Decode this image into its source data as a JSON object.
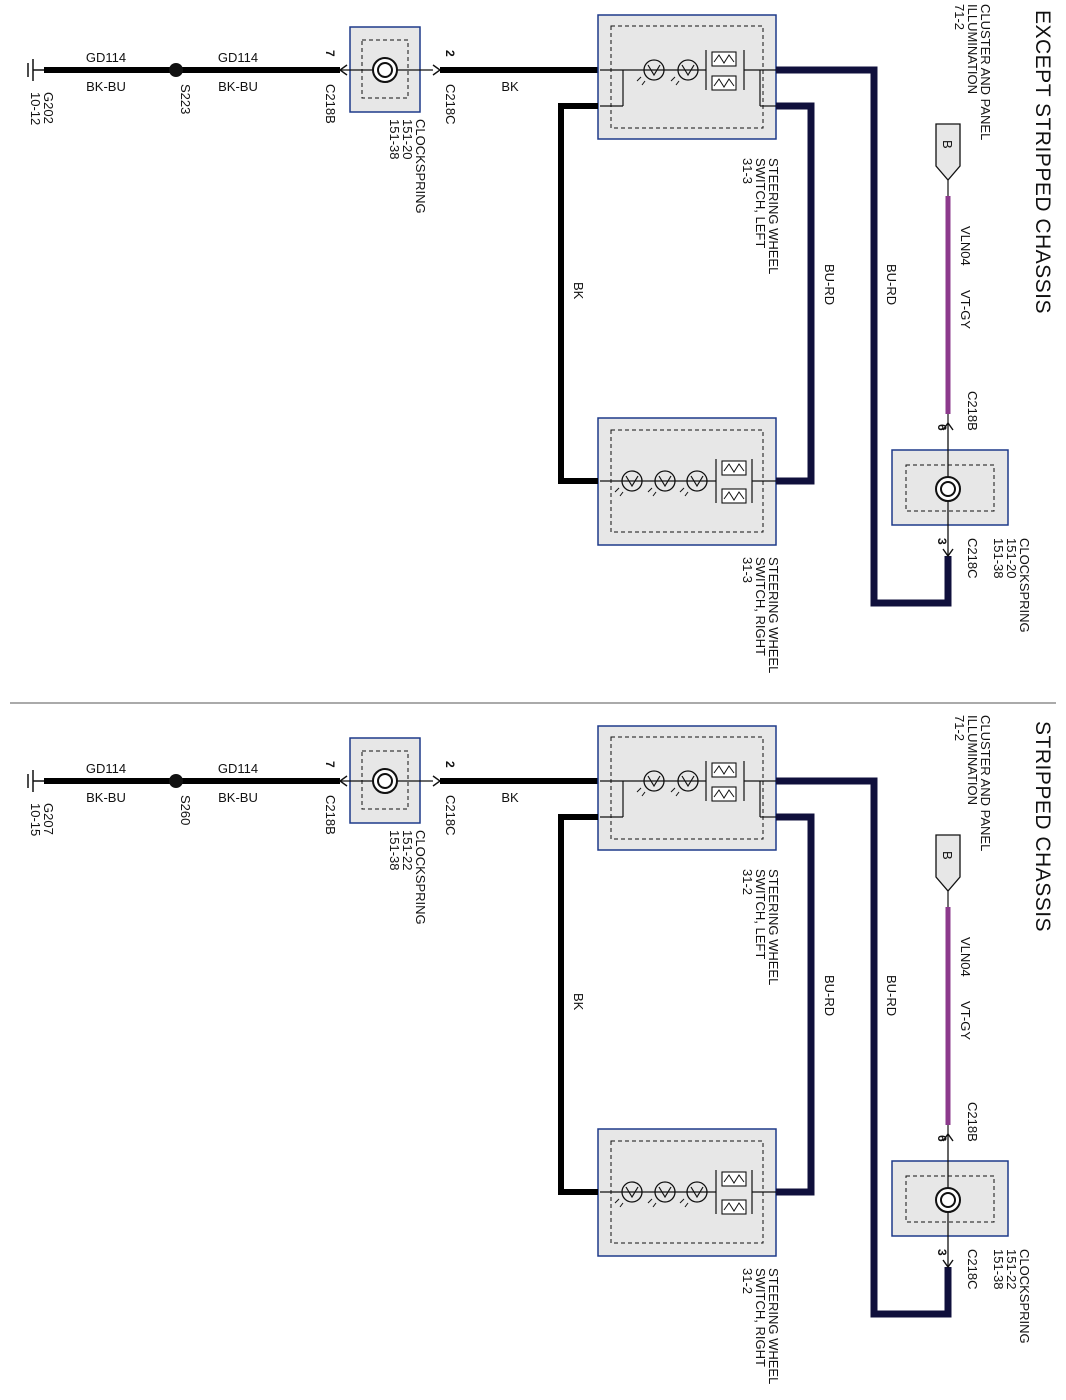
{
  "colors": {
    "wire_black": "#000000",
    "wire_blue_red": "#10103c",
    "wire_violet": "#8c3a8c",
    "box_fill": "#e7e7e7",
    "box_border": "#1e3a8a",
    "divider": "#555555"
  },
  "icons": {
    "ground": "ground-symbol-icon",
    "splice": "splice-dot-icon",
    "clockspring": "clockspring-coil-icon",
    "lamp": "lamp-icon",
    "switch_contact": "switch-contact-icon",
    "connector_ref": "pentagon-connector-icon"
  },
  "sections": [
    {
      "title": "EXCEPT STRIPPED CHASSIS",
      "ground": {
        "name": "G202",
        "ref": "10-12"
      },
      "splice": "S223",
      "wire_ground": {
        "circuit": "GD114",
        "color": "BK-BU"
      },
      "wire_ground2": {
        "circuit": "GD114",
        "color": "BK-BU"
      },
      "pin_c218b_left": "7",
      "pin_c218c_left": "2",
      "connector_c218b": "C218B",
      "connector_c218c": "C218C",
      "clockspring_left": {
        "name": "CLOCKSPRING",
        "ref1": "151-20",
        "ref2": "151-38"
      },
      "wire_bk": "BK",
      "switch_left": {
        "line1": "STEERING WHEEL",
        "line2": "SWITCH, LEFT",
        "ref": "31-3"
      },
      "switch_right": {
        "line1": "STEERING WHEEL",
        "line2": "SWITCH, RIGHT",
        "ref": "31-3"
      },
      "wire_bk_vertical": "BK",
      "wire_burd_inner": "BU-RD",
      "wire_burd_outer": "BU-RD",
      "reference": {
        "line1": "CLUSTER AND PANEL",
        "line2": "ILLUMINATION",
        "ref": "71-2"
      },
      "connector_letter": "B",
      "wire_violet": {
        "circuit": "VLN04",
        "color": "VT-GY"
      },
      "pin_c218b_right": "6",
      "pin_c218c_right": "3",
      "clockspring_right": {
        "name": "CLOCKSPRING",
        "ref1": "151-20",
        "ref2": "151-38"
      }
    },
    {
      "title": "STRIPPED CHASSIS",
      "ground": {
        "name": "G207",
        "ref": "10-15"
      },
      "splice": "S260",
      "wire_ground": {
        "circuit": "GD114",
        "color": "BK-BU"
      },
      "wire_ground2": {
        "circuit": "GD114",
        "color": "BK-BU"
      },
      "pin_c218b_left": "7",
      "pin_c218c_left": "2",
      "connector_c218b": "C218B",
      "connector_c218c": "C218C",
      "clockspring_left": {
        "name": "CLOCKSPRING",
        "ref1": "151-22",
        "ref2": "151-38"
      },
      "wire_bk": "BK",
      "switch_left": {
        "line1": "STEERING WHEEL",
        "line2": "SWITCH, LEFT",
        "ref": "31-2"
      },
      "switch_right": {
        "line1": "STEERING WHEEL",
        "line2": "SWITCH, RIGHT",
        "ref": "31-2"
      },
      "wire_bk_vertical": "BK",
      "wire_burd_inner": "BU-RD",
      "wire_burd_outer": "BU-RD",
      "reference": {
        "line1": "CLUSTER AND PANEL",
        "line2": "ILLUMINATION",
        "ref": "71-2"
      },
      "connector_letter": "B",
      "wire_violet": {
        "circuit": "VLN04",
        "color": "VT-GY"
      },
      "pin_c218b_right": "6",
      "pin_c218c_right": "3",
      "clockspring_right": {
        "name": "CLOCKSPRING",
        "ref1": "151-22",
        "ref2": "151-38"
      }
    }
  ]
}
